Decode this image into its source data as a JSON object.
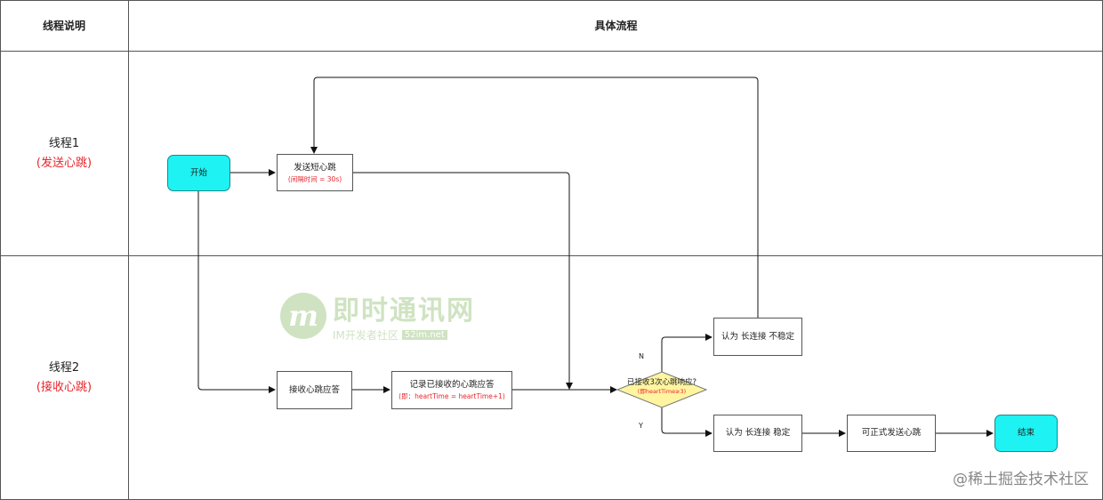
{
  "header": {
    "col1": "线程说明",
    "col2": "具体流程"
  },
  "lanes": [
    {
      "title": "线程1",
      "subtitle": "(发送心跳)"
    },
    {
      "title": "线程2",
      "subtitle": "(接收心跳)"
    }
  ],
  "nodes": {
    "start": "开始",
    "send": {
      "label": "发送短心跳",
      "note": "(间隔时间 = 30s)"
    },
    "receive": "接收心跳应答",
    "record": {
      "label": "记录已接收的心跳应答",
      "note": "(即：heartTime = heartTime+1)"
    },
    "decision": {
      "label": "已接收3次心跳响应?",
      "note": "(即heartTime≥3)"
    },
    "unstable": "认为 长连接 不稳定",
    "stable": "认为 长连接 稳定",
    "formal": "可正式发送心跳",
    "end": "结束"
  },
  "edge_labels": {
    "no": "N",
    "yes": "Y"
  },
  "watermark": {
    "title": "即时通讯网",
    "subtitle": "IM开发者社区",
    "tag": "52im.net"
  },
  "credit": "@稀土掘金技术社区",
  "colors": {
    "terminal": "#1ef2f2",
    "decision": "#fff5a0",
    "note": "#e8262d",
    "watermark": "#cfe3c2"
  }
}
